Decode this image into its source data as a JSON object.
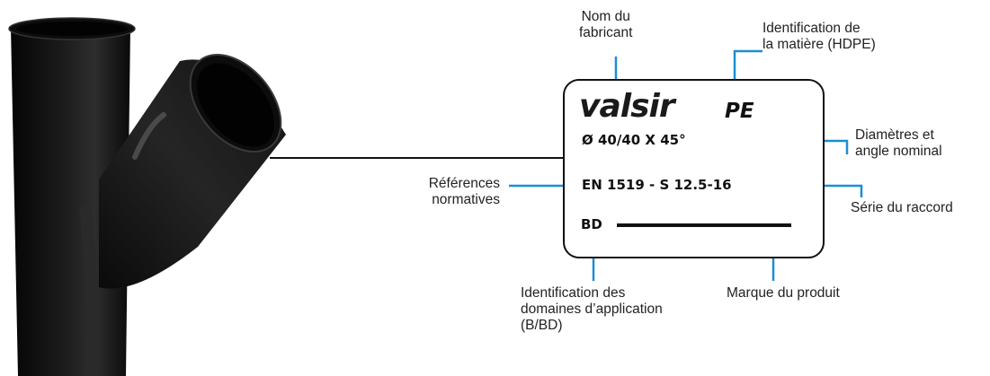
{
  "label": {
    "brand": "valsir",
    "material": "PE",
    "diameters_angle": "Ø 40/40  X  45°",
    "norm_series": "EN 1519 - S 12.5-16",
    "application": "BD"
  },
  "callouts": {
    "manufacturer": [
      "Nom du",
      "fabricant"
    ],
    "material_id": [
      "Identification de",
      "la matière (HDPE)"
    ],
    "diameters": [
      "Diamètres et",
      "angle nominal"
    ],
    "norms": [
      "Références",
      "normatives"
    ],
    "series": [
      "Série du raccord"
    ],
    "application": [
      "Identification des",
      "domaines d’application",
      "(B/BD)"
    ],
    "product_mark": [
      "Marque du produit"
    ]
  },
  "colors": {
    "accent": "#1a8fd1",
    "pipe": "#111111",
    "outline": "#111111"
  },
  "icons": [
    "y-branch-pipe-fitting"
  ]
}
